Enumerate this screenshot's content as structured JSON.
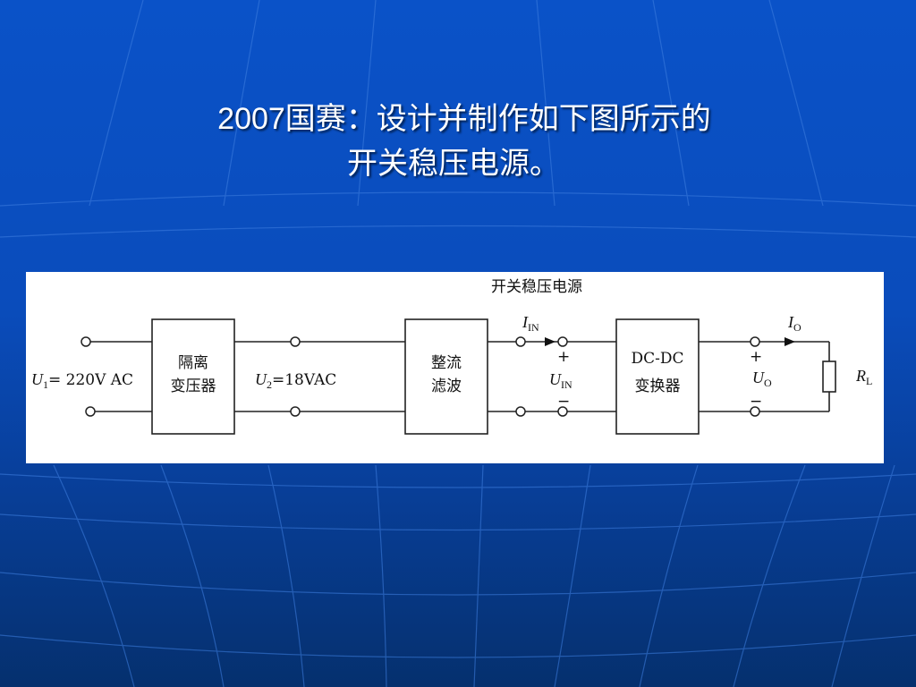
{
  "slide": {
    "title_line1": "2007国赛：设计并制作如下图所示的",
    "title_line2": "开关稳压电源。"
  },
  "diagram": {
    "caption": "开关稳压电源",
    "blocks": [
      {
        "line1": "隔离",
        "line2": "变压器"
      },
      {
        "line1": "整流",
        "line2": "滤波"
      },
      {
        "line1": "DC-DC",
        "line2": "变换器"
      }
    ],
    "labels": {
      "u1_symbol": "U",
      "u1_sub": "1",
      "u1_value": "= 220V AC",
      "u2_symbol": "U",
      "u2_sub": "2",
      "u2_value": "=18VAC",
      "iin_symbol": "I",
      "iin_sub": "IN",
      "uin_symbol": "U",
      "uin_sub": "IN",
      "io_symbol": "I",
      "io_sub": "O",
      "uo_symbol": "U",
      "uo_sub": "O",
      "rl_symbol": "R",
      "rl_sub": "L",
      "plus": "+",
      "minus": "−"
    }
  },
  "colors": {
    "background_top": "#0a52c8",
    "background_bottom": "#05306e",
    "title_text": "#ffffff",
    "figure_bg": "#ffffff"
  }
}
